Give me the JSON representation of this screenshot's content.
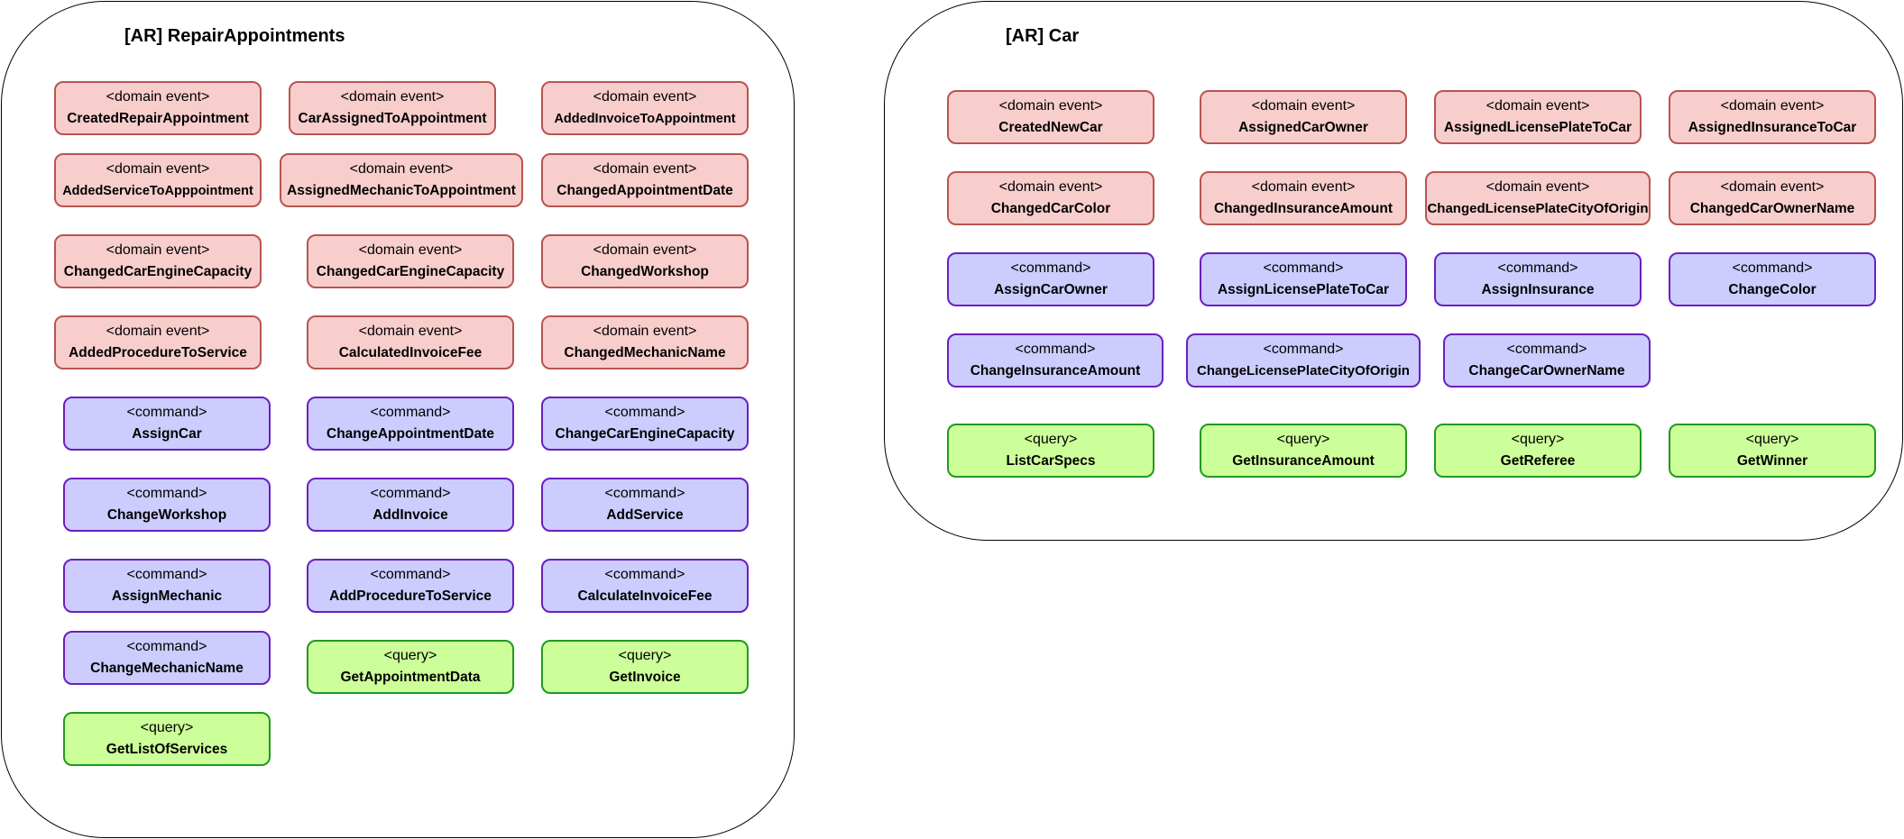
{
  "stereotypes": {
    "event": "<domain event>",
    "command": "<command>",
    "query": "<query>"
  },
  "colors": {
    "event_fill": "#f8cecc",
    "event_border": "#b85450",
    "command_fill": "#ccccff",
    "command_border": "#6a1fbf",
    "query_fill": "#ccff99",
    "query_border": "#1f9a1f"
  },
  "repair": {
    "title": "[AR] RepairAppointments",
    "events": [
      "CreatedRepairAppointment",
      "CarAssignedToAppointment",
      "AddedInvoiceToAppointment",
      "AddedServiceToApppointment",
      "AssignedMechanicToAppointment",
      "ChangedAppointmentDate",
      "ChangedCarEngineCapacity",
      "ChangedCarEngineCapacity",
      "ChangedWorkshop",
      "AddedProcedureToService",
      "CalculatedInvoiceFee",
      "ChangedMechanicName"
    ],
    "commands": [
      "AssignCar",
      "ChangeAppointmentDate",
      "ChangeCarEngineCapacity",
      "ChangeWorkshop",
      "AddInvoice",
      "AddService",
      "AssignMechanic",
      "AddProcedureToService",
      "CalculateInvoiceFee",
      "ChangeMechanicName"
    ],
    "queries": [
      "GetAppointmentData",
      "GetInvoice",
      "GetListOfServices"
    ]
  },
  "car": {
    "title": "[AR] Car",
    "events": [
      "CreatedNewCar",
      "AssignedCarOwner",
      "AssignedLicensePlateToCar",
      "AssignedInsuranceToCar",
      "ChangedCarColor",
      "ChangedInsuranceAmount",
      "ChangedLicensePlateCityOfOrigin",
      "ChangedCarOwnerName"
    ],
    "commands": [
      "AssignCarOwner",
      "AssignLicensePlateToCar",
      "AssignInsurance",
      "ChangeColor",
      "ChangeInsuranceAmount",
      "ChangeLicensePlateCityOfOrigin",
      "ChangeCarOwnerName"
    ],
    "queries": [
      "ListCarSpecs",
      "GetInsuranceAmount",
      "GetReferee",
      "GetWinner"
    ]
  }
}
